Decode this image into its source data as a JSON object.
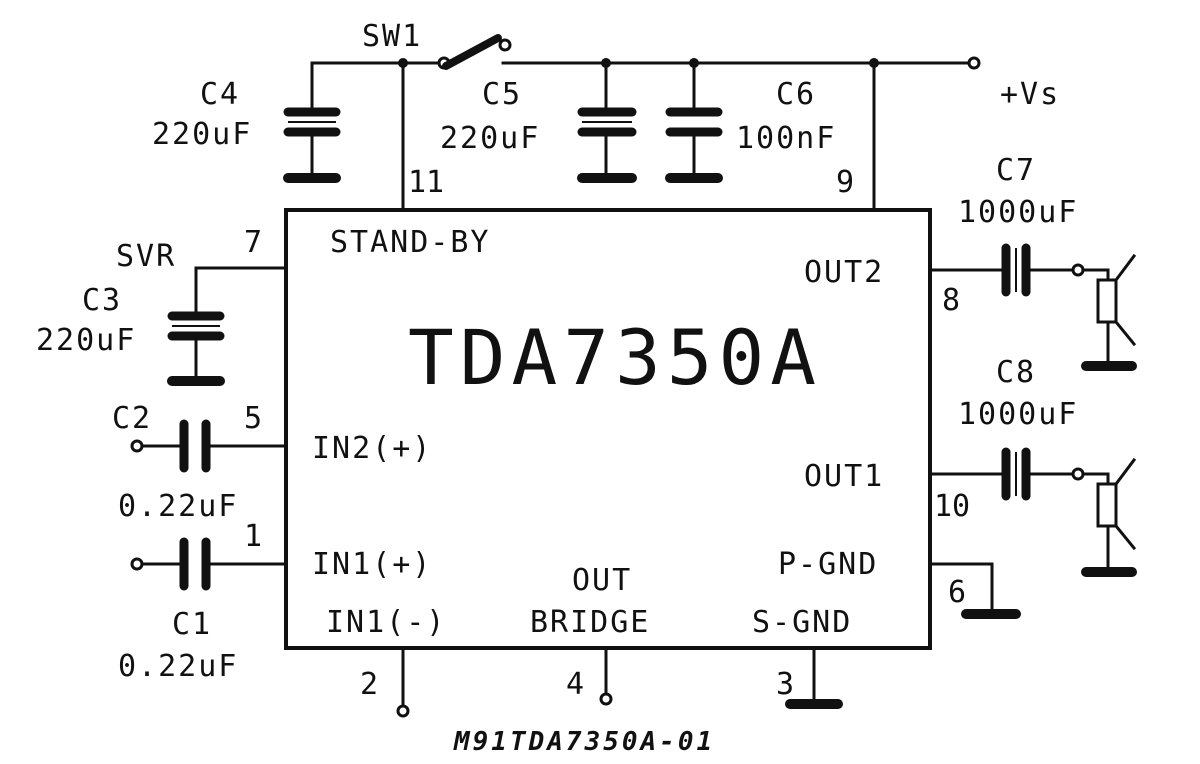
{
  "ic": {
    "name": "TDA7350A",
    "labels": {
      "standby": "STAND-BY",
      "out2": "OUT2",
      "out1": "OUT1",
      "in2": "IN2(+)",
      "in1p": "IN1(+)",
      "in1n": "IN1(-)",
      "out_bridge_1": "OUT",
      "out_bridge_2": "BRIDGE",
      "pgnd": "P-GND",
      "sgnd": "S-GND"
    },
    "pins": {
      "p1": "1",
      "p2": "2",
      "p3": "3",
      "p4": "4",
      "p5": "5",
      "p6": "6",
      "p7": "7",
      "p8": "8",
      "p9": "9",
      "p10": "10",
      "p11": "11"
    }
  },
  "components": {
    "sw1": "SW1",
    "vs": "+Vs",
    "svr": "SVR",
    "c1": {
      "name": "C1",
      "value": "0.22uF"
    },
    "c2": {
      "name": "C2",
      "value": "0.22uF"
    },
    "c3": {
      "name": "C3",
      "value": "220uF"
    },
    "c4": {
      "name": "C4",
      "value": "220uF"
    },
    "c5": {
      "name": "C5",
      "value": "220uF"
    },
    "c6": {
      "name": "C6",
      "value": "100nF"
    },
    "c7": {
      "name": "C7",
      "value": "1000uF"
    },
    "c8": {
      "name": "C8",
      "value": "1000uF"
    }
  },
  "footer": "M91TDA7350A-01"
}
